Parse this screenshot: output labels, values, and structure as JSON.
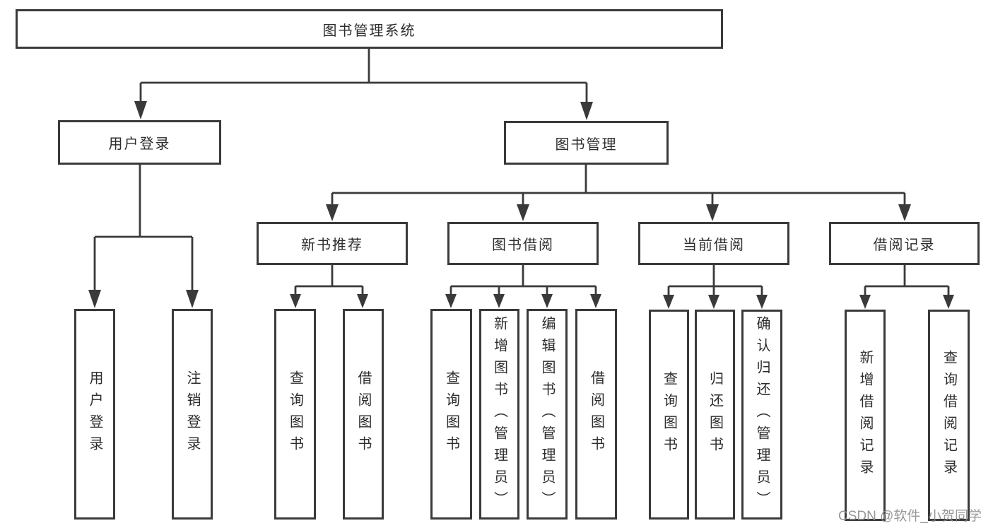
{
  "diagram": {
    "root": "图书管理系统",
    "branches": [
      {
        "label": "用户登录",
        "children": [
          "用户登录",
          "注销登录"
        ]
      },
      {
        "label": "图书管理",
        "children": [
          {
            "label": "新书推荐",
            "children": [
              "查询图书",
              "借阅图书"
            ]
          },
          {
            "label": "图书借阅",
            "children": [
              "查询图书",
              "新增图书（管理员）",
              "编辑图书（管理员）",
              "借阅图书"
            ]
          },
          {
            "label": "当前借阅",
            "children": [
              "查询图书",
              "归还图书",
              "确认归还（管理员）"
            ]
          },
          {
            "label": "借阅记录",
            "children": [
              "新增借阅记录",
              "查询借阅记录"
            ]
          }
        ]
      }
    ],
    "watermark": "CSDN @软件_小贺同学",
    "colors": {
      "line": "#3a3a3a",
      "border": "#3a3a3a",
      "text": "#2d2d2d",
      "watermark": "#8c8c8c",
      "background": "#ffffff"
    }
  }
}
